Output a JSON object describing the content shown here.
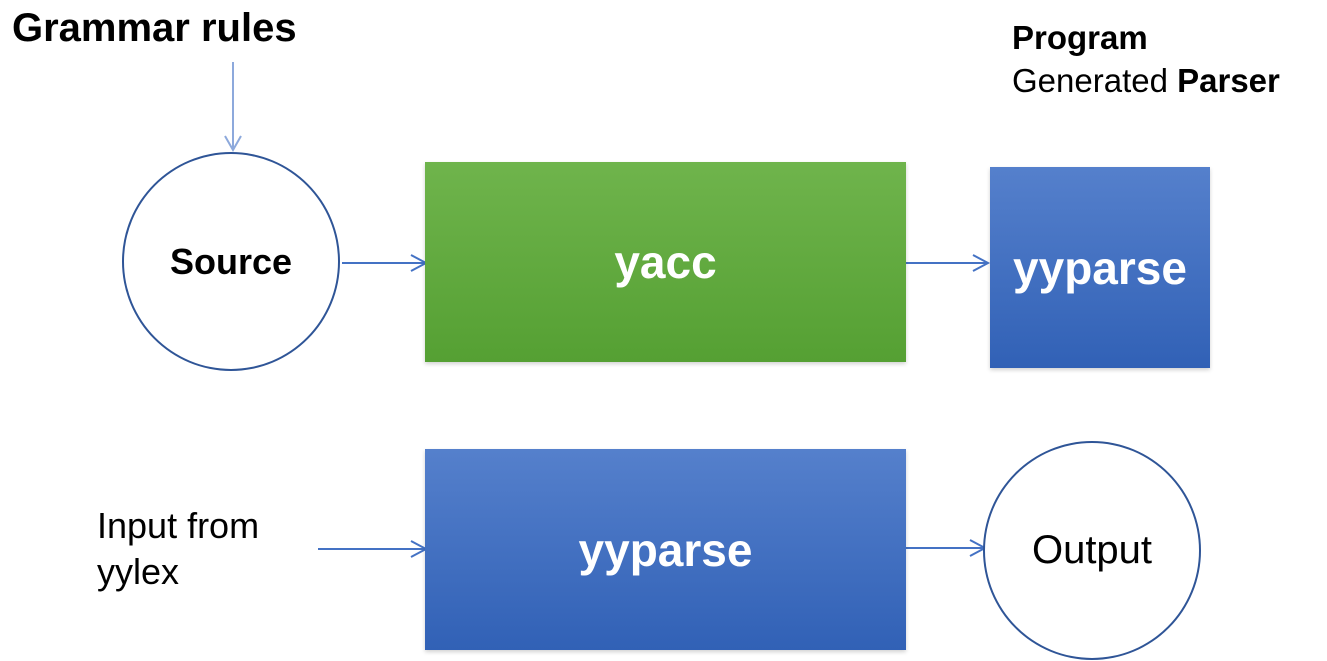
{
  "diagram": {
    "labels": {
      "grammar_rules": "Grammar rules",
      "program_line1": "Program",
      "program_line2_regular": "Generated ",
      "program_line2_bold": "Parser",
      "input_line1": "Input from",
      "input_line2": "yylex"
    },
    "nodes": {
      "source": "Source",
      "yacc": "yacc",
      "generated_parser": "yyparse",
      "yyparse": "yyparse",
      "output": "Output"
    },
    "colors": {
      "green_top": "#6FB44C",
      "green_bottom": "#55A033",
      "blue_top": "#5580CC",
      "blue_bottom": "#3161B6",
      "circle_stroke": "#2F5597",
      "arrow": "#4472C4",
      "arrow_light": "#8DA9DC",
      "node_text": "#FFFFFF",
      "text": "#000000"
    }
  }
}
